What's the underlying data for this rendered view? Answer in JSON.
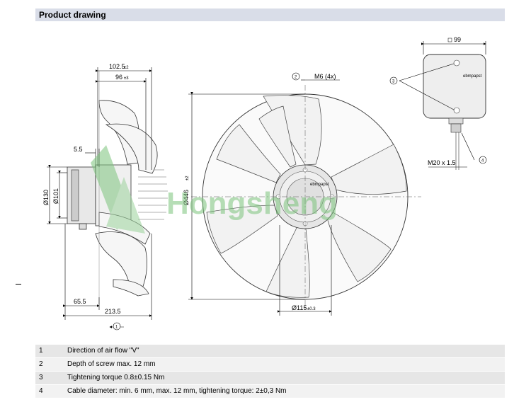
{
  "header": {
    "title": "Product drawing"
  },
  "dimensions": {
    "d1025": "102.5",
    "d1025_tol": "±2",
    "d96": "96",
    "d96_tol": "±3",
    "d55": "5.5",
    "d130": "Ø130",
    "d101": "Ø101",
    "d655": "65.5",
    "d2135": "213.5",
    "d446": "Ø446",
    "d446_tol": "±2",
    "d115": "Ø115",
    "d115_tol": "±0.3",
    "m6": "M6 (4x)",
    "d99": "99",
    "m20": "M20 x 1.5"
  },
  "callouts": {
    "c1": "1",
    "c2": "2",
    "c3": "3",
    "c4": "4"
  },
  "brand": {
    "ebm": "ebmpapst",
    "ebm2": "ebmpapst"
  },
  "watermark": "Hongsheng",
  "notes": [
    {
      "num": "1",
      "text": "Direction of air flow \"V\""
    },
    {
      "num": "2",
      "text": "Depth of screw max. 12 mm"
    },
    {
      "num": "3",
      "text": "Tightening torque 0.8±0.15 Nm"
    },
    {
      "num": "4",
      "text": "Cable diameter: min. 6 mm, max. 12 mm, tightening torque: 2±0,3 Nm"
    }
  ]
}
